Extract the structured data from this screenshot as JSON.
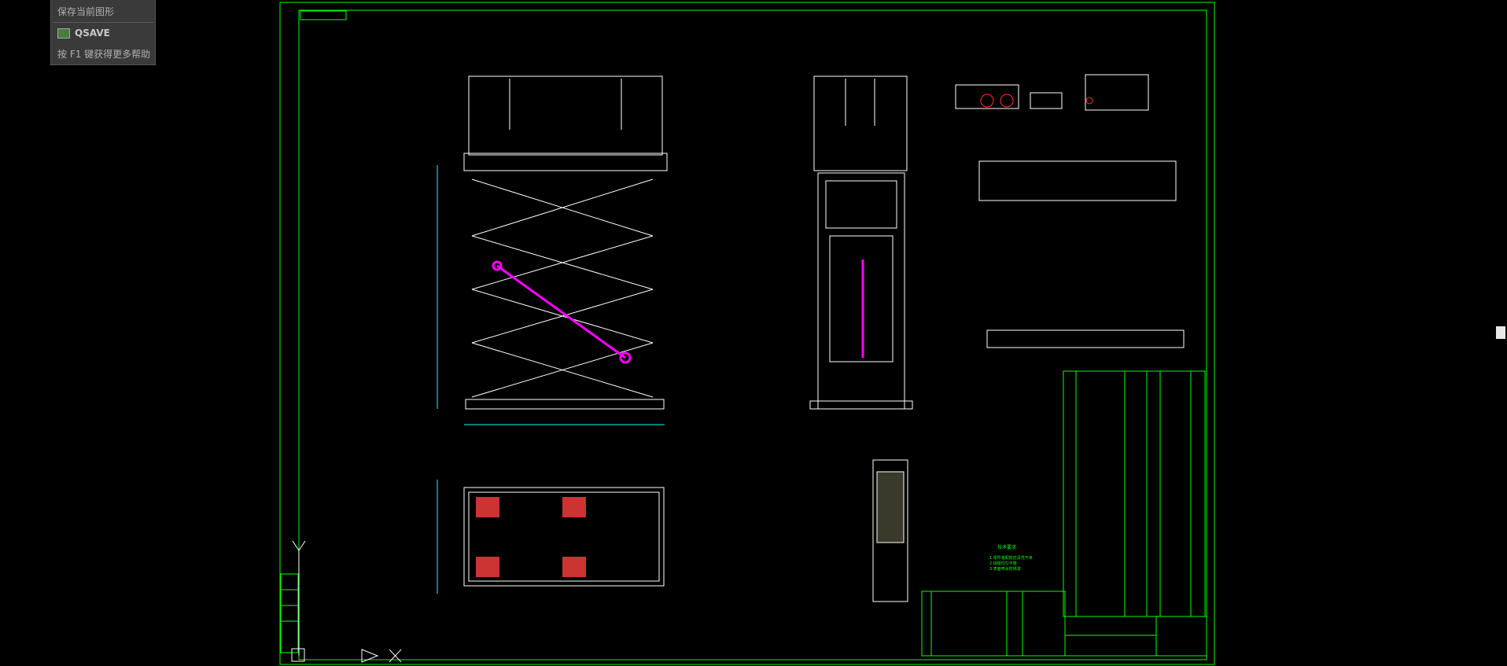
{
  "tooltip": {
    "line1": "保存当前图形",
    "command": "QSAVE",
    "help": "按 F1 键获得更多帮助"
  },
  "drawing": {
    "tech_requirements_title": "技术要求",
    "tech_requirements": [
      "1.零件装配前应清洗干净",
      "2.焊缝均匀平整",
      "3.表面喷涂防锈漆"
    ]
  },
  "colors": {
    "frame": "#00ff00",
    "lines": "#ffffff",
    "cylinder": "#ff00ff",
    "bolts": "#ff3333",
    "dims": "#00ffff"
  }
}
